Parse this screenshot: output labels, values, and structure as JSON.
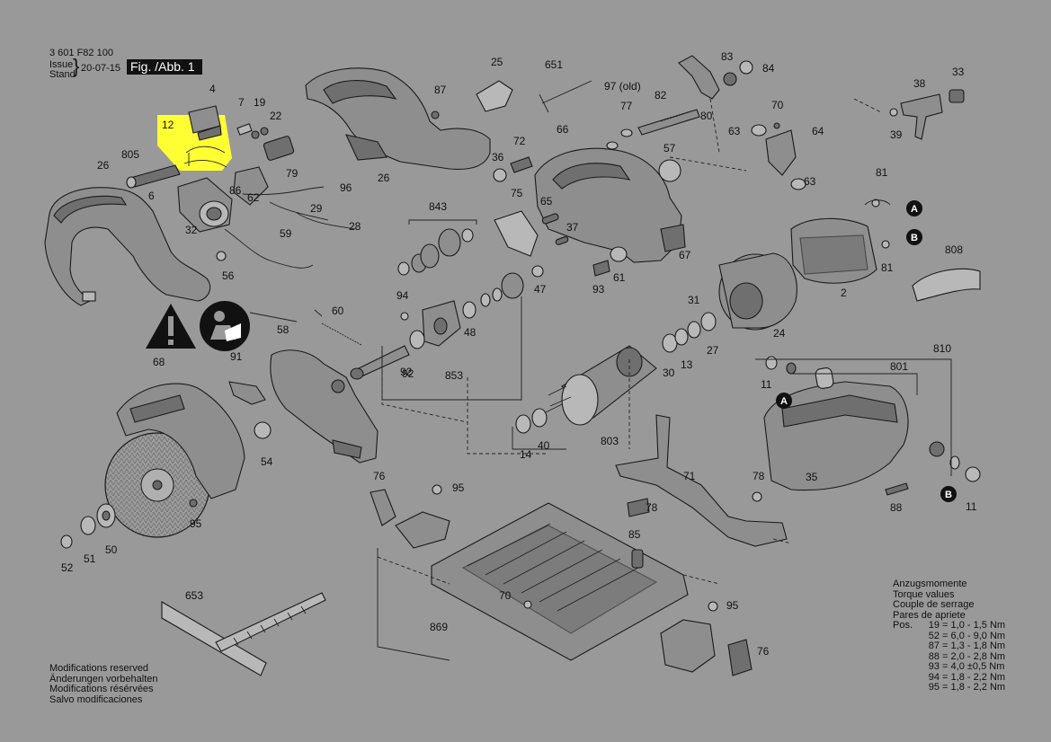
{
  "header": {
    "part_number": "3 601 F82 100",
    "issue_label": "Issue",
    "stand_label": "Stand",
    "date": "20-07-15",
    "figure": "Fig. /Abb. 1"
  },
  "highlight_color": "#ffff33",
  "callouts": [
    "A",
    "B",
    "A",
    "B"
  ],
  "modifications": [
    "Modifications reserved",
    "Änderungen vorbehalten",
    "Modifications résérvées",
    "Salvo modificaciones"
  ],
  "torque": {
    "titles": [
      "Anzugsmomente",
      "Torque values",
      "Couple de serrage",
      "Pares de apriete"
    ],
    "pos_label": "Pos.",
    "rows": [
      {
        "pos": "19",
        "value": "1,0 - 1,5 Nm"
      },
      {
        "pos": "52",
        "value": "6,0 - 9,0 Nm"
      },
      {
        "pos": "87",
        "value": "1,3 - 1,8 Nm"
      },
      {
        "pos": "88",
        "value": "2,0 - 2,8 Nm"
      },
      {
        "pos": "93",
        "value": "4,0 ±0,5 Nm"
      },
      {
        "pos": "94",
        "value": "1,8 - 2,2 Nm"
      },
      {
        "pos": "95",
        "value": "1,8 - 2,2 Nm"
      }
    ]
  },
  "part_numbers": [
    "3 601 F82 100",
    "4",
    "7",
    "19",
    "22",
    "12",
    "79",
    "805",
    "26",
    "6",
    "86",
    "62",
    "96",
    "29",
    "28",
    "32",
    "59",
    "56",
    "25",
    "651",
    "87",
    "26",
    "97 (old)",
    "77",
    "82",
    "83",
    "84",
    "80",
    "70",
    "63",
    "64",
    "38",
    "33",
    "39",
    "63",
    "66",
    "36",
    "72",
    "57",
    "81",
    "75",
    "843",
    "65",
    "37",
    "61",
    "93",
    "67",
    "94",
    "48",
    "47",
    "853",
    "808",
    "2",
    "81",
    "31",
    "27",
    "60",
    "58",
    "92",
    "24",
    "91",
    "68",
    "54",
    "810",
    "801",
    "30",
    "13",
    "11",
    "14",
    "40",
    "803",
    "35",
    "76",
    "95",
    "71",
    "78",
    "78",
    "88",
    "11",
    "95",
    "85",
    "52",
    "51",
    "50",
    "653",
    "70",
    "95",
    "869",
    "76",
    "92"
  ]
}
